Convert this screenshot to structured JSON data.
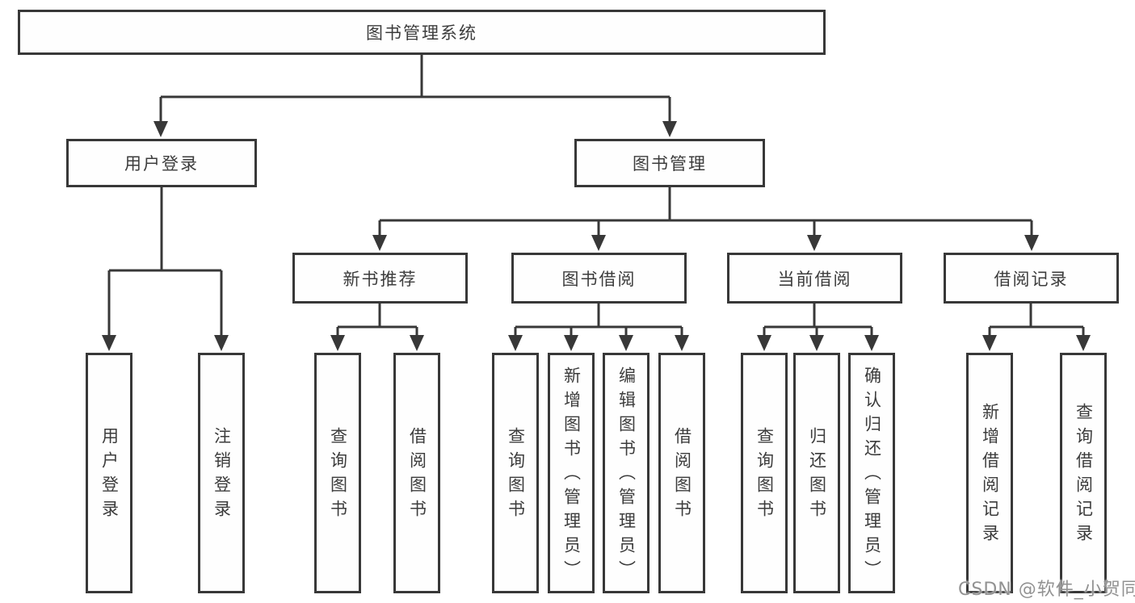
{
  "diagram": {
    "root": {
      "label": "图书管理系统"
    },
    "level2": [
      {
        "label": "用户登录"
      },
      {
        "label": "图书管理"
      }
    ],
    "level3": [
      {
        "label": "新书推荐"
      },
      {
        "label": "图书借阅"
      },
      {
        "label": "当前借阅"
      },
      {
        "label": "借阅记录"
      }
    ],
    "leaves": [
      {
        "label": "用户登录"
      },
      {
        "label": "注销登录"
      },
      {
        "label": "查询图书"
      },
      {
        "label": "借阅图书"
      },
      {
        "label": "查询图书"
      },
      {
        "label": "新增图书（管理员）"
      },
      {
        "label": "编辑图书（管理员）"
      },
      {
        "label": "借阅图书"
      },
      {
        "label": "查询图书"
      },
      {
        "label": "归还图书"
      },
      {
        "label": "确认归还（管理员）"
      },
      {
        "label": "新增借阅记录"
      },
      {
        "label": "查询借阅记录"
      }
    ],
    "watermark": "CSDN @软件_小贺同学",
    "colors": {
      "line": "#383838",
      "box_border": "#383838",
      "text": "#3c3c3c",
      "background": "#ffffff",
      "watermark": "#8c8c8c"
    }
  }
}
